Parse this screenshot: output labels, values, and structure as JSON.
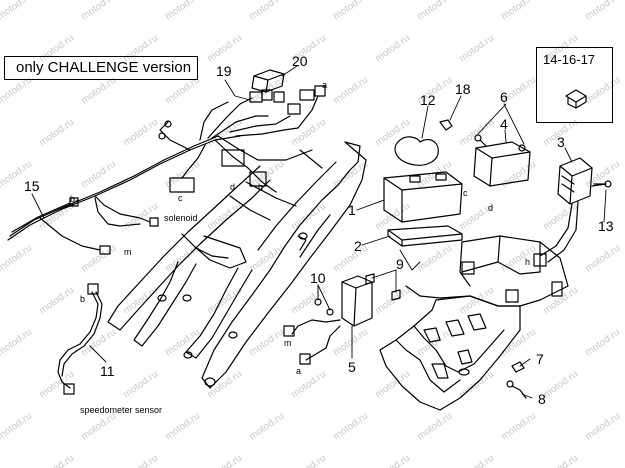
{
  "edition_note": "only CHALLENGE version",
  "inset_title": "14-16-17",
  "callouts": [
    "20",
    "19",
    "18",
    "12",
    "6",
    "4",
    "3",
    "1",
    "2",
    "15",
    "10",
    "9",
    "11",
    "5",
    "7",
    "8",
    "13"
  ],
  "connector_letters": {
    "a1": "a",
    "a2": "a",
    "b1": "b",
    "b2": "b",
    "c1": "c",
    "c2": "c",
    "d1": "d",
    "d2": "d",
    "h1": "h",
    "h2": "h",
    "m1": "m",
    "m2": "m"
  },
  "labels": {
    "solenoid": "solenoid",
    "speedometer_sensor": "speedometer sensor"
  },
  "watermark_text": "motod.ru"
}
